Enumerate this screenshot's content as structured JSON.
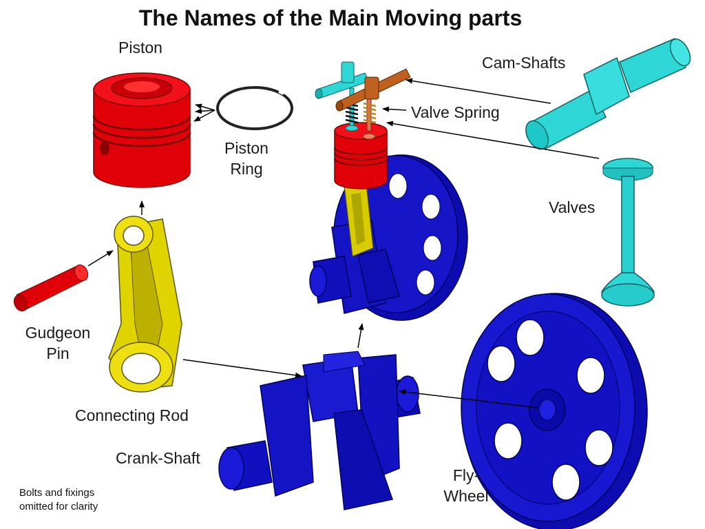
{
  "title": "The Names of the Main Moving parts",
  "labels": {
    "piston": "Piston",
    "piston_ring_line1": "Piston",
    "piston_ring_line2": "Ring",
    "cam_shafts": "Cam-Shafts",
    "valve_spring": "Valve Spring",
    "valves": "Valves",
    "gudgeon_pin_line1": "Gudgeon",
    "gudgeon_pin_line2": "Pin",
    "connecting_rod": "Connecting Rod",
    "crank_shaft": "Crank-Shaft",
    "fly_wheel_line1": "Fly-",
    "fly_wheel_line2": "Wheel"
  },
  "note": {
    "line1": "Bolts and fixings",
    "line2": "omitted for clarity"
  },
  "colors": {
    "piston": "#e8000a",
    "rod": "#e8e000",
    "blue_parts": "#1010c8",
    "cam": "#2fd6d6",
    "rocker": "#c06020"
  }
}
